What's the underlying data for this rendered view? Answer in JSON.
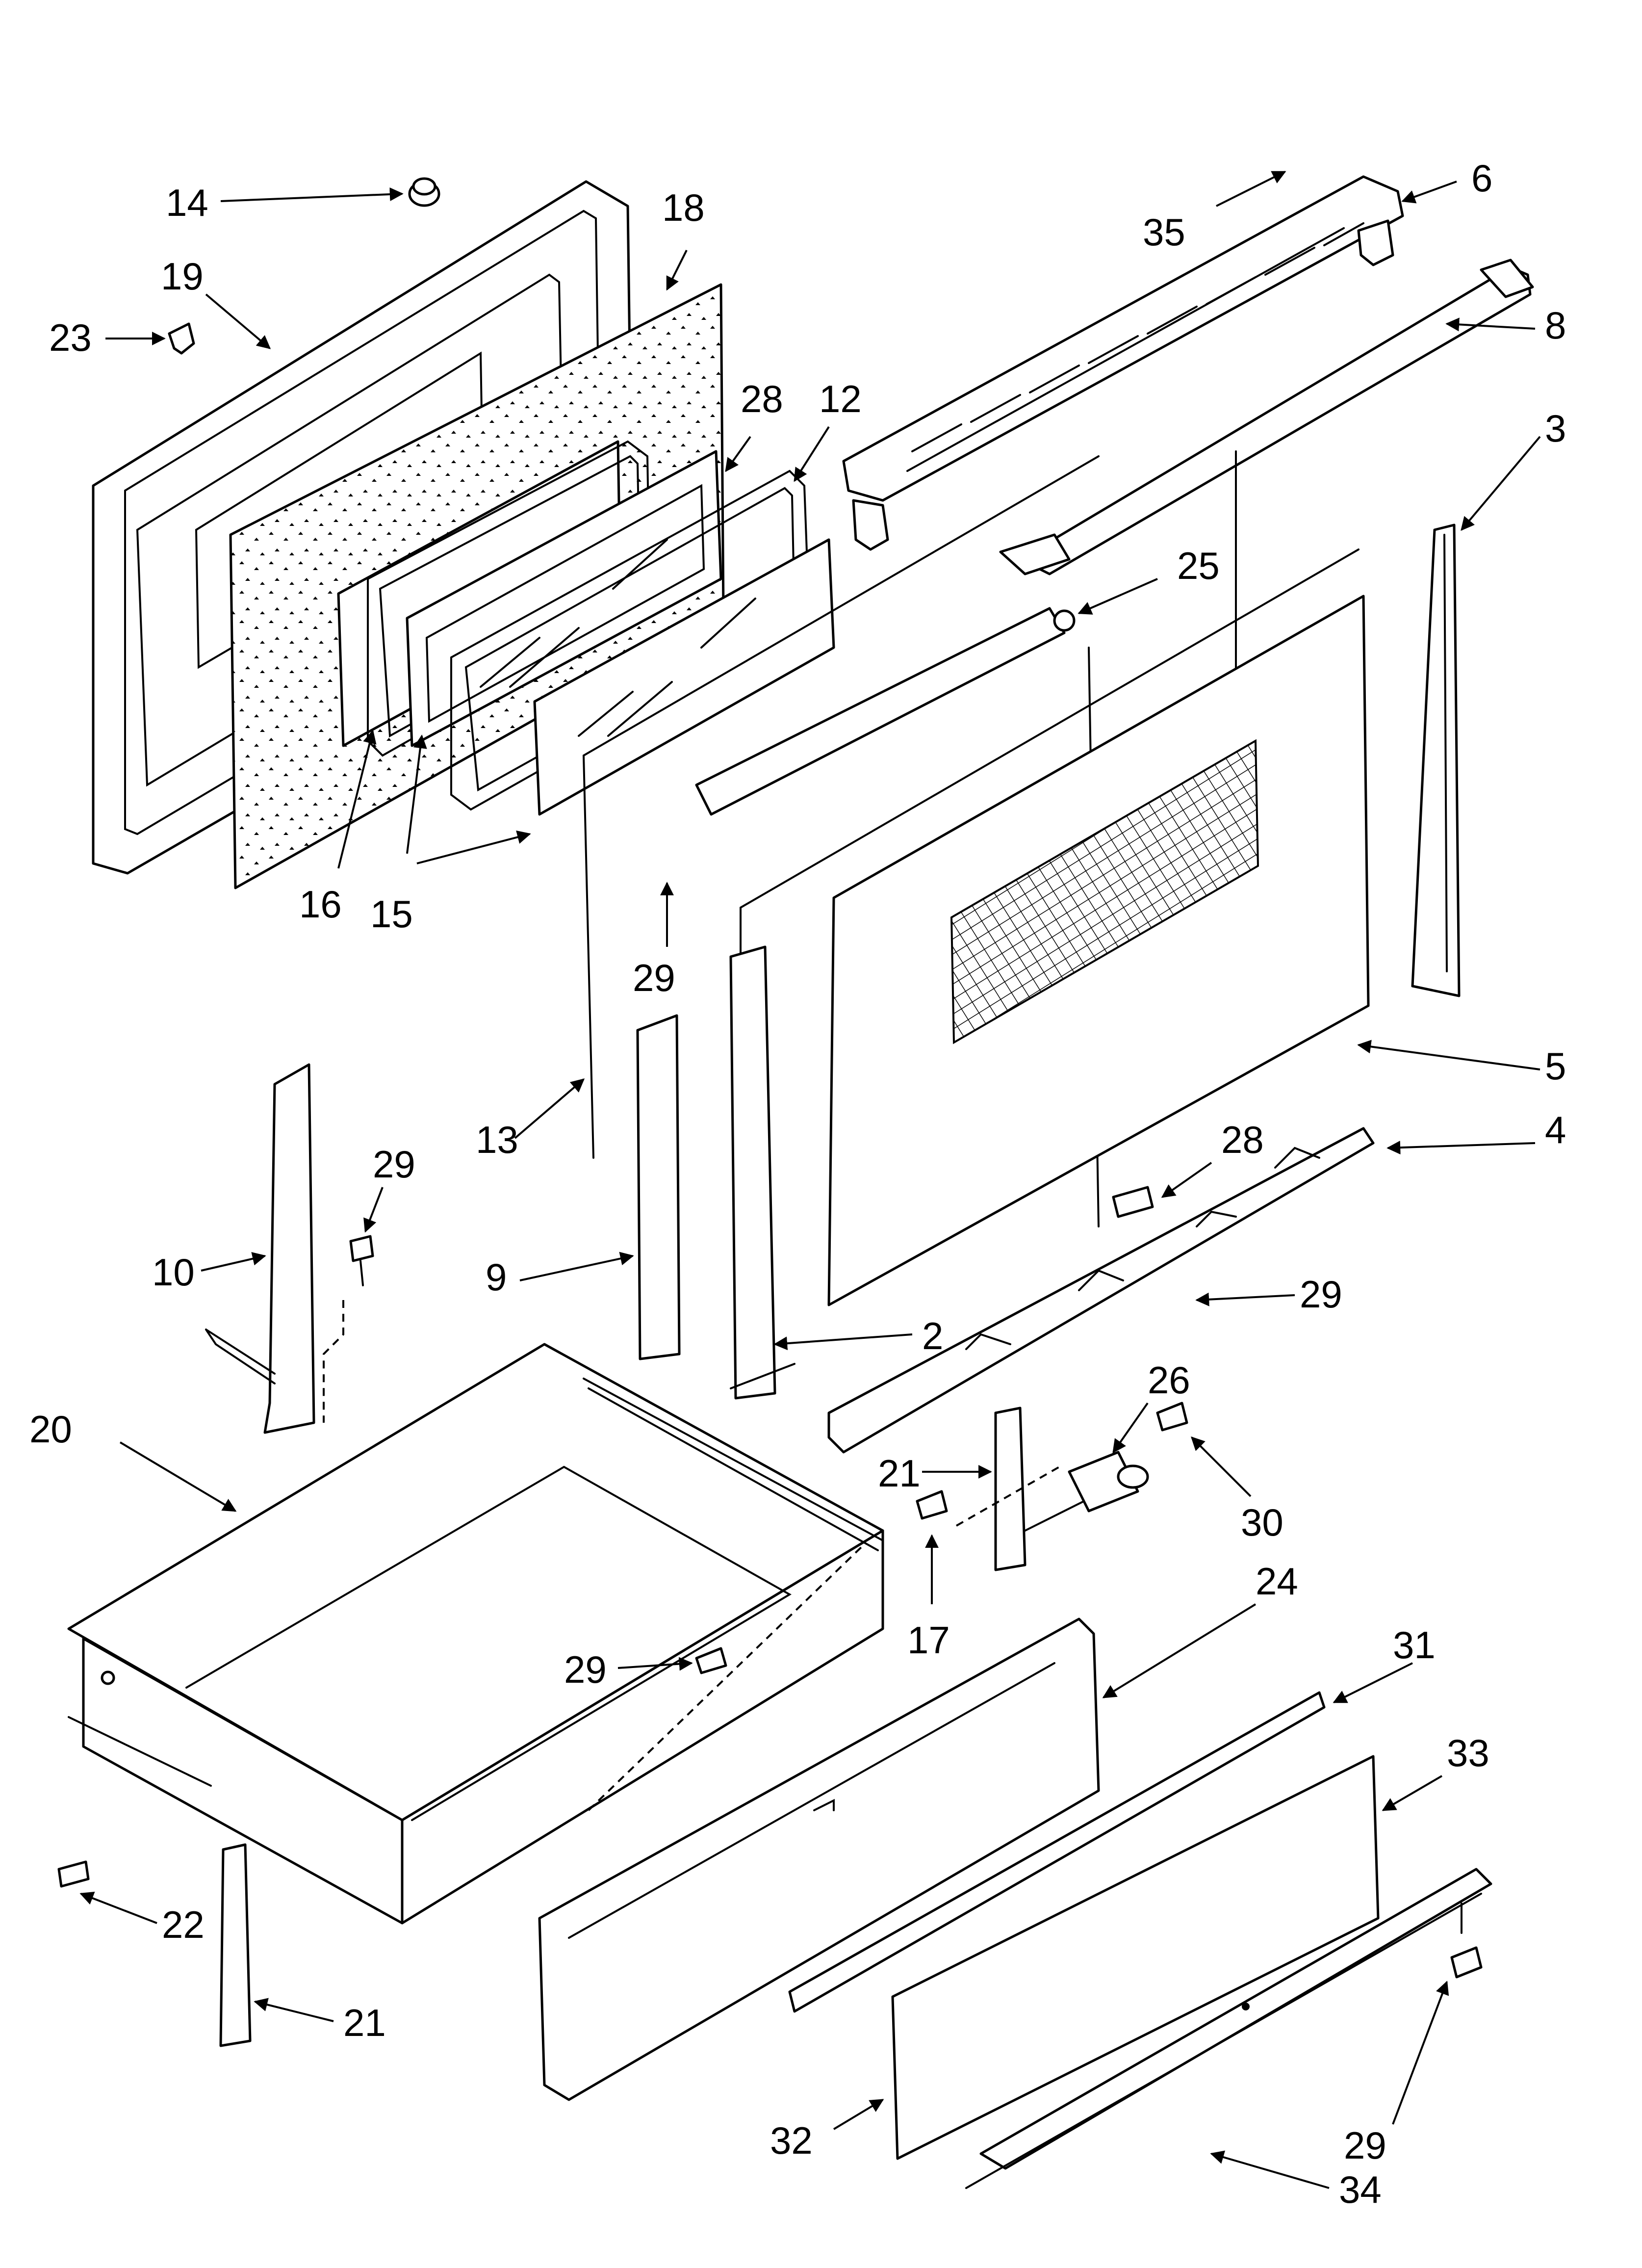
{
  "diagram": {
    "callouts": [
      "14",
      "19",
      "23",
      "18",
      "28",
      "12",
      "16",
      "15",
      "29",
      "35",
      "6",
      "8",
      "3",
      "25",
      "5",
      "4",
      "28",
      "29",
      "13",
      "9",
      "2",
      "10",
      "29",
      "20",
      "26",
      "21",
      "30",
      "17",
      "29",
      "24",
      "31",
      "33",
      "22",
      "21",
      "29",
      "32",
      "34"
    ]
  }
}
